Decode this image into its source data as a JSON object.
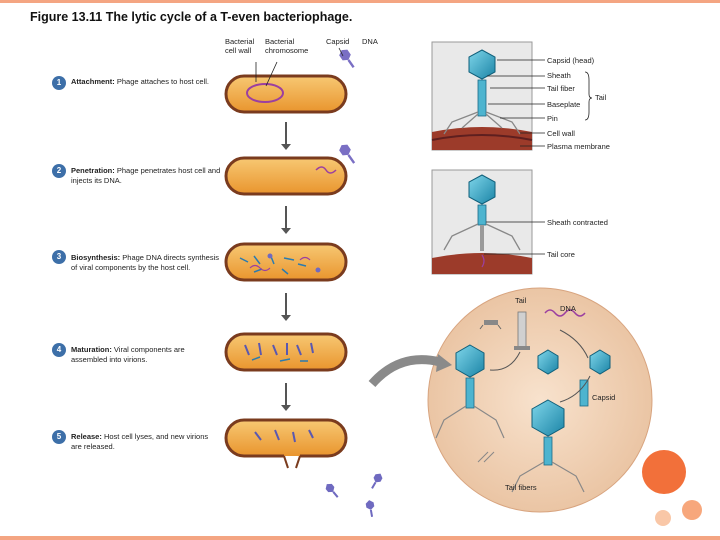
{
  "title": "Figure 13.11  The lytic cycle of a T-even bacteriophage.",
  "top_labels": {
    "bacterial_cell_wall": [
      "Bacterial",
      "cell wall"
    ],
    "bacterial_chromosome": [
      "Bacterial",
      "chromosome"
    ],
    "capsid": "Capsid",
    "dna": "DNA"
  },
  "detail_labels": {
    "capsid_head": "Capsid (head)",
    "sheath": "Sheath",
    "tail_fiber": "Tail fiber",
    "baseplate": "Baseplate",
    "tail_bracket": "Tail",
    "pin": "Pin",
    "cell_wall": "Cell wall",
    "plasma_membrane": "Plasma membrane",
    "sheath_contracted": "Sheath contracted",
    "tail_core": "Tail core"
  },
  "assembly_labels": {
    "tail": "Tail",
    "dna": "DNA",
    "capsid": "Capsid",
    "tail_fibers": "Tail fibers"
  },
  "steps": [
    {
      "num": "1",
      "term": "Attachment:",
      "text": " Phage attaches to host cell."
    },
    {
      "num": "2",
      "term": "Penetration:",
      "text": " Phage penetrates host cell and injects its DNA."
    },
    {
      "num": "3",
      "term": "Biosynthesis:",
      "text": " Phage DNA directs synthesis of viral components by the host cell."
    },
    {
      "num": "4",
      "term": "Maturation:",
      "text": " Viral components are assembled into virions."
    },
    {
      "num": "5",
      "term": "Release:",
      "text": " Host cell lyses, and new virions are released."
    }
  ],
  "colors": {
    "cell_fill": "#f4b24a",
    "cell_outline": "#7a3b1e",
    "capsid": "#2fa9c7",
    "chromosome": "#9b3fa0",
    "membrane": "#7a2a2a",
    "arrow": "#555555",
    "zoom_circle": "#f1d2b6"
  }
}
